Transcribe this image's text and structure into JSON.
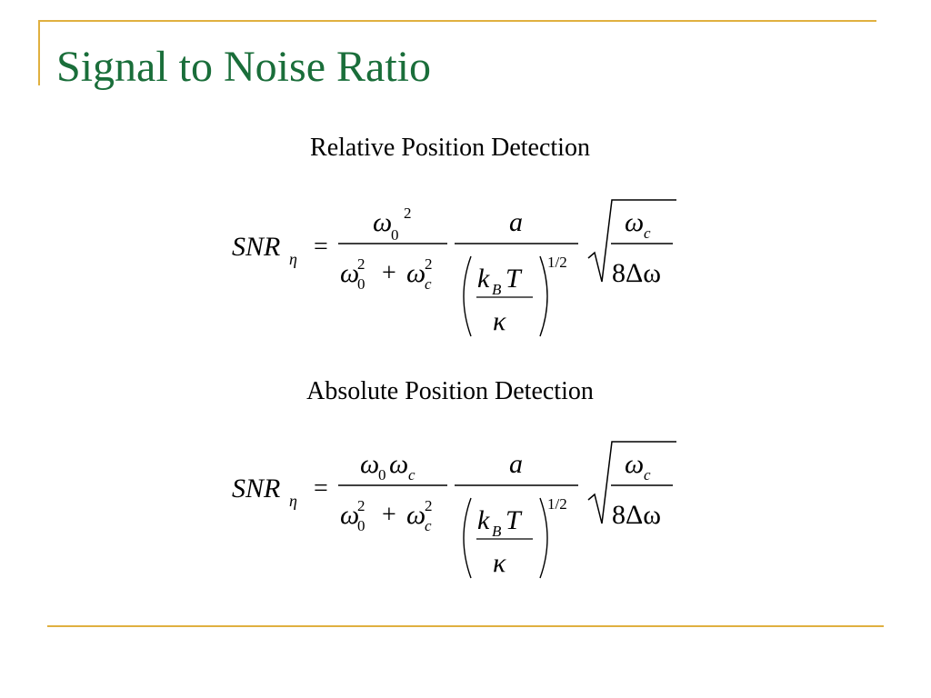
{
  "slide": {
    "title": "Signal to Noise Ratio",
    "section1_heading": "Relative Position Detection",
    "section2_heading": "Absolute Position Detection"
  },
  "equation": {
    "lhs": "SNR",
    "lhs_subscript": "η",
    "equals": "=",
    "relative_numerator": "ω",
    "relative_numerator_sub": "0",
    "relative_numerator_sup": "2",
    "absolute_numerator_a": "ω",
    "absolute_numerator_a_sub": "0",
    "absolute_numerator_b": "ω",
    "absolute_numerator_b_sub": "c",
    "denominator_term1": "ω",
    "denominator_term1_sub": "0",
    "denominator_term1_sup": "2",
    "plus": "+",
    "denominator_term2": "ω",
    "denominator_term2_sub": "c",
    "denominator_term2_sup": "2",
    "amplitude": "a",
    "thermal_k": "k",
    "thermal_k_sub": "B",
    "thermal_T": "T",
    "kappa": "κ",
    "exponent": "1/2",
    "root_numerator": "ω",
    "root_numerator_sub": "c",
    "root_denominator": "8Δω"
  }
}
